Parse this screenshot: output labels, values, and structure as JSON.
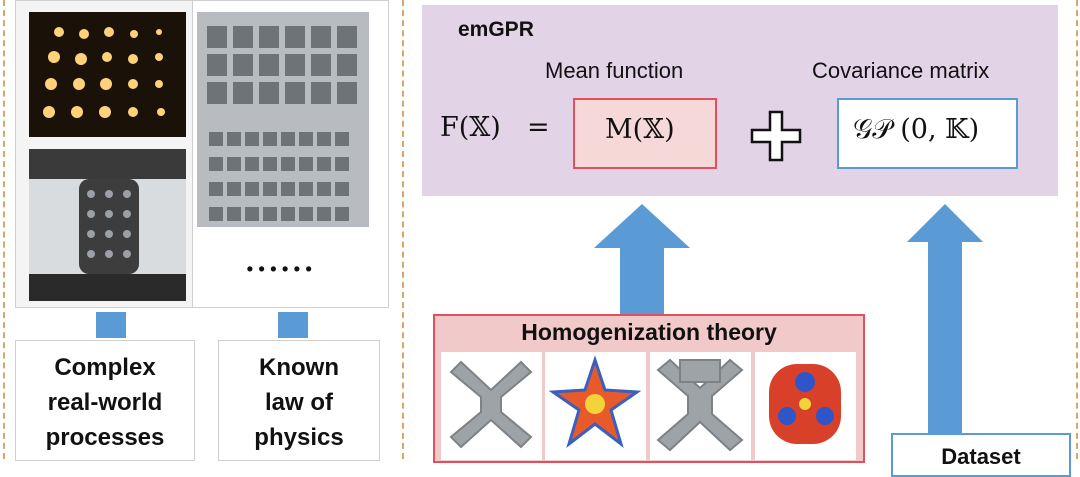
{
  "emgpr": {
    "title": "emGPR",
    "mean_label": "Mean function",
    "cov_label": "Covariance matrix",
    "lhs": "F(𝕏)",
    "equals": "=",
    "mean_expr": "M(𝕏)",
    "plus": "+",
    "cov_expr": "𝒢𝒫 (0, 𝕂)"
  },
  "left": {
    "ellipsis": "......",
    "box1_lines": [
      "Complex",
      "real-world",
      "processes"
    ],
    "box2_lines": [
      "Known",
      "law of",
      "physics"
    ]
  },
  "homog": {
    "title": "Homogenization theory"
  },
  "dataset": {
    "label": "Dataset"
  },
  "colors": {
    "arrow": "#5b9bd5",
    "mean_border": "#e05060",
    "cov_border": "#5b9bd5",
    "emgpr_bg": "#e3d3e6"
  }
}
